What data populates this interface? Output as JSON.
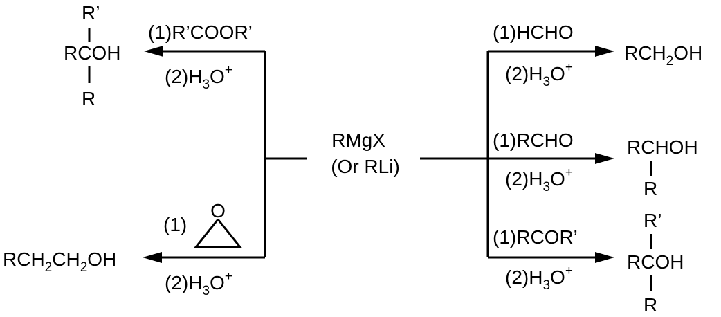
{
  "center": {
    "line1": "RMgX",
    "line2": "(Or RLi)"
  },
  "reactions": {
    "ester": {
      "step1": "(1)R’COOR’",
      "step2": {
        "prefix": "(2)H",
        "sub": "3",
        "main": "O",
        "sup": "+"
      },
      "product": {
        "top": "R’",
        "middle": "RCOH",
        "bottom": "R"
      }
    },
    "epoxide": {
      "step1": "(1)",
      "ring_atom": "O",
      "step2": {
        "prefix": "(2)H",
        "sub": "3",
        "main": "O",
        "sup": "+"
      },
      "product": {
        "p1": "RCH",
        "s1": "2",
        "p2": "CH",
        "s2": "2",
        "p3": "OH"
      }
    },
    "formaldehyde": {
      "step1": "(1)HCHO",
      "step2": {
        "prefix": "(2)H",
        "sub": "3",
        "main": "O",
        "sup": "+"
      },
      "product": {
        "p1": "RCH",
        "s1": "2",
        "p2": "OH"
      }
    },
    "aldehyde": {
      "step1": "(1)RCHO",
      "step2": {
        "prefix": "(2)H",
        "sub": "3",
        "main": "O",
        "sup": "+"
      },
      "product": {
        "middle": "RCHOH",
        "bottom": "R"
      }
    },
    "ketone": {
      "step1": "(1)RCOR’",
      "step2": {
        "prefix": "(2)H",
        "sub": "3",
        "main": "O",
        "sup": "+"
      },
      "product": {
        "top": "R’",
        "middle": "RCOH",
        "bottom": "R"
      }
    }
  }
}
